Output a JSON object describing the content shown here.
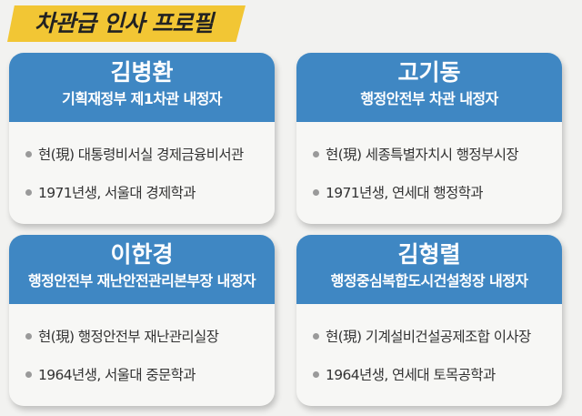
{
  "header": {
    "title": "차관급 인사 프로필"
  },
  "profiles": [
    {
      "name": "김병환",
      "role": "기획재정부 제1차관 내정자",
      "details": [
        "현(現) 대통령비서실 경제금융비서관",
        "1971년생, 서울대 경제학과"
      ]
    },
    {
      "name": "고기동",
      "role": "행정안전부 차관 내정자",
      "details": [
        "현(現) 세종특별자치시 행정부시장",
        "1971년생, 연세대 행정학과"
      ]
    },
    {
      "name": "이한경",
      "role": "행정안전부 재난안전관리본부장 내정자",
      "details": [
        "현(現) 행정안전부 재난관리실장",
        "1964년생, 서울대 중문학과"
      ]
    },
    {
      "name": "김형렬",
      "role": "행정중심복합도시건설청장 내정자",
      "details": [
        "현(現) 기계설비건설공제조합 이사장",
        "1964년생, 연세대 토목공학과"
      ]
    }
  ]
}
